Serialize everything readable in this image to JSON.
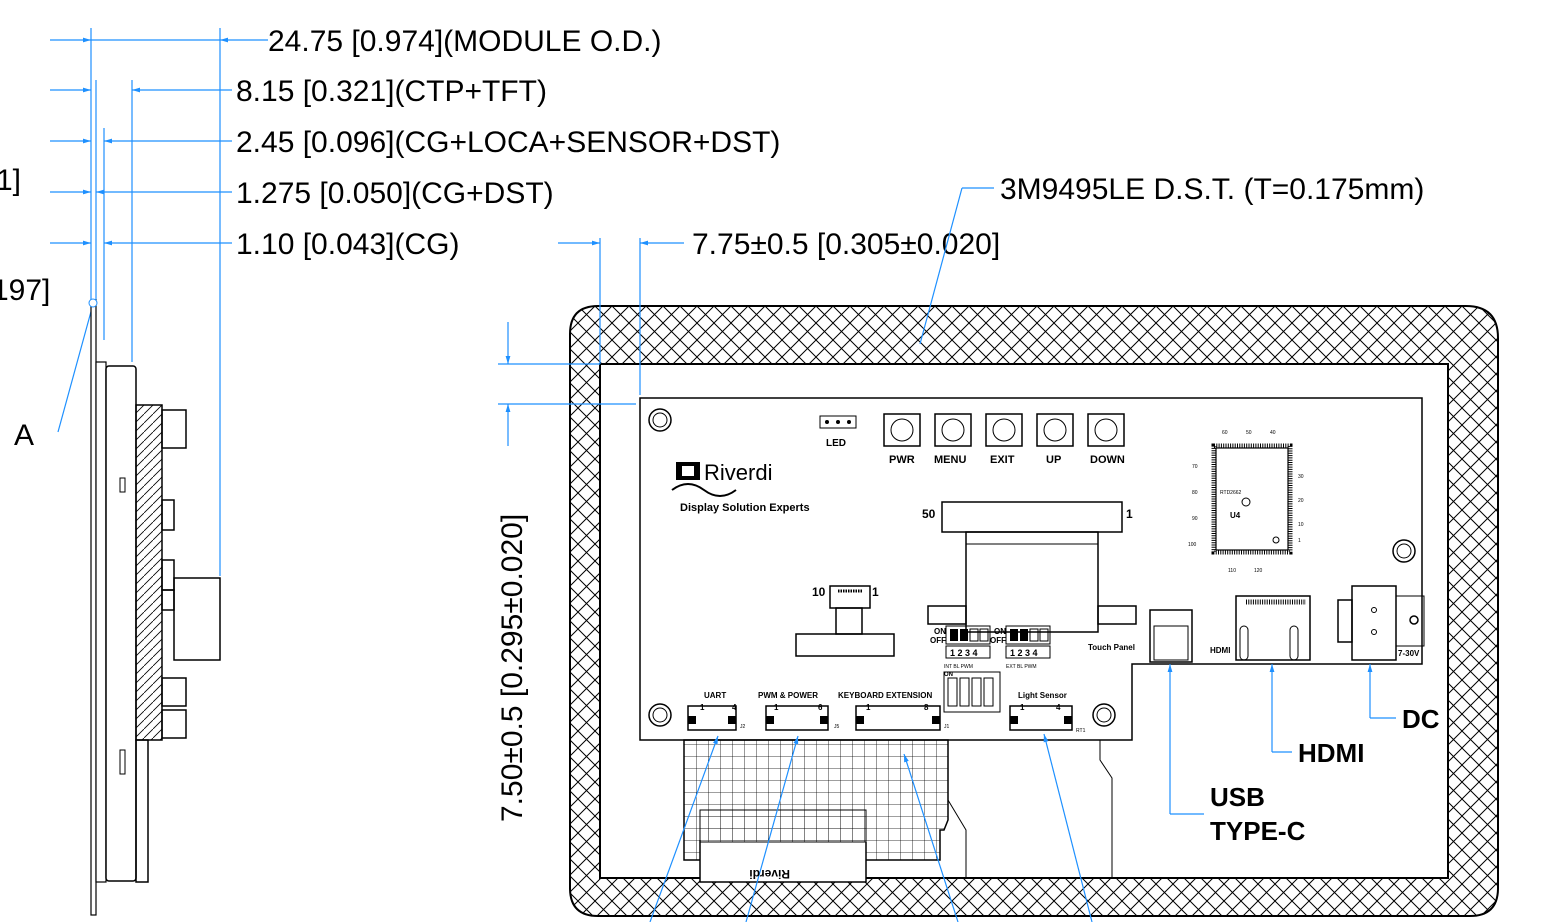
{
  "dimensions": {
    "module_od": "24.75 [0.974](MODULE O.D.)",
    "ctp_tft": "8.15 [0.321](CTP+TFT)",
    "cg_loca": "2.45 [0.096](CG+LOCA+SENSOR+DST)",
    "cg_dst": "1.275 [0.050](CG+DST)",
    "cg": "1.10 [0.043](CG)",
    "side_offset": "7.75±0.5 [0.305±0.020]",
    "top_offset": "7.50±0.5 [0.295±0.020]",
    "left_clip_1": "1]",
    "left_clip_2": "197]"
  },
  "callouts": {
    "dst": "3M9495LE  D.S.T. (T=0.175mm)",
    "detail_a": "A",
    "dc": "DC",
    "hdmi": "HDMI",
    "usb_1": "USB",
    "usb_2": "TYPE-C"
  },
  "board": {
    "brand": "Riverdi",
    "tagline": "Display Solution Experts",
    "led": "LED",
    "buttons": [
      "PWR",
      "MENU",
      "EXIT",
      "UP",
      "DOWN"
    ],
    "fpc_left": "50",
    "fpc_right": "1",
    "small_fpc_left": "10",
    "small_fpc_right": "1",
    "dip_on": "ON",
    "dip_off": "OFF",
    "dip_nums": "1 2 3 4",
    "dip1_label": "INT BL PWM",
    "dip2_label": "EXT BL PWM",
    "touch_panel": "Touch Panel",
    "hdmi_port": "HDMI",
    "dc_range": "7-30V",
    "chip_name": "RTD2662",
    "chip_ref": "U4",
    "chip_pins_top": [
      "60",
      "50",
      "40"
    ],
    "chip_pins_bottom": [
      "110",
      "120"
    ],
    "chip_pins_left": [
      "70",
      "80",
      "90",
      "100"
    ],
    "chip_pins_right": [
      "30",
      "20",
      "10",
      "1"
    ],
    "connectors": [
      {
        "name": "UART",
        "pins": "4",
        "ref": "J2"
      },
      {
        "name": "PWM & POWER",
        "pins": "6",
        "ref": "J5"
      },
      {
        "name": "KEYBOARD EXTENSION",
        "pins": "8",
        "ref": "J1"
      },
      {
        "name": "Light Sensor",
        "pins": "4",
        "ref": "RT1"
      }
    ],
    "pin_one": "1",
    "flex_logo": "Riverdi"
  }
}
